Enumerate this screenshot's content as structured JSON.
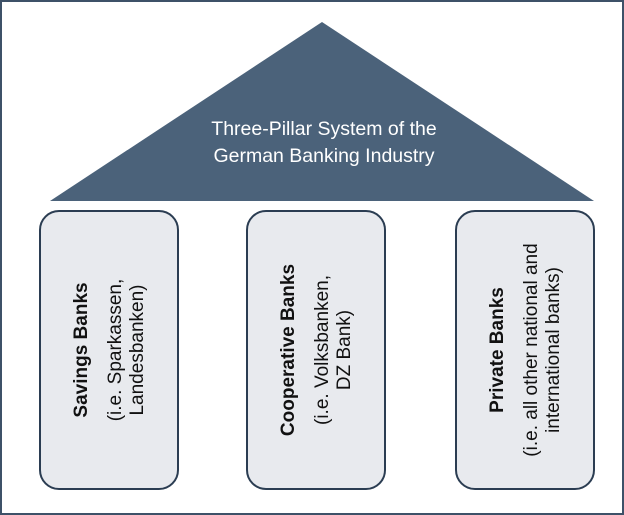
{
  "roof": {
    "title_lines": [
      "Three-Pillar System of the",
      "German Banking Industry"
    ],
    "color": "#4b627a"
  },
  "pillars": [
    {
      "title": "Savings Banks",
      "subtitle_lines": [
        "(i.e. Sparkassen,",
        "Landesbanken)"
      ]
    },
    {
      "title": "Cooperative Banks",
      "subtitle_lines": [
        "(i.e. Volksbanken,",
        "DZ Bank)"
      ]
    },
    {
      "title": "Private Banks",
      "subtitle_lines": [
        "(i.e. all other national and",
        "international banks)"
      ]
    }
  ],
  "colors": {
    "frame_border": "#3e5168",
    "pillar_fill": "#e8eaee",
    "pillar_border": "#2b3d52"
  }
}
